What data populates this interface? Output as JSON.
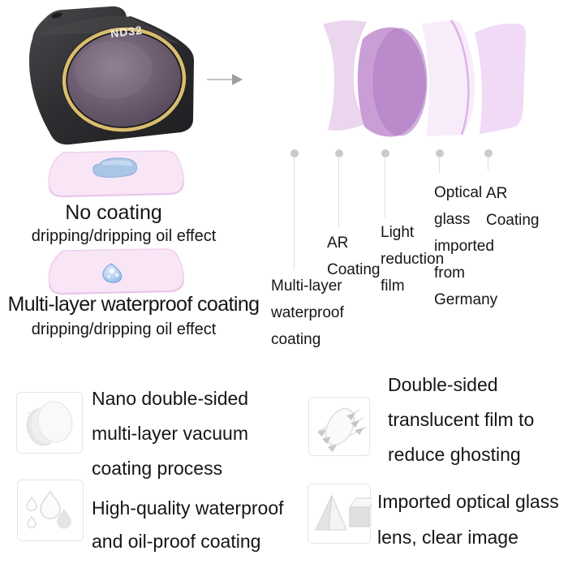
{
  "product": {
    "badge": "ND32",
    "type": "lens-filter-photo"
  },
  "layers": {
    "labels": [
      {
        "lines": [
          "Multi-layer",
          "waterproof",
          "coating"
        ]
      },
      {
        "lines": [
          "AR",
          "Coating"
        ]
      },
      {
        "lines": [
          "Light",
          "reduction",
          "film"
        ]
      },
      {
        "lines": [
          "Optical",
          "glass",
          "imported",
          "from",
          "Germany"
        ]
      },
      {
        "lines": [
          "AR",
          "Coating"
        ]
      }
    ]
  },
  "coating_demo": [
    {
      "title": "No coating",
      "subtitle": "dripping/dripping oil effect"
    },
    {
      "title": "Multi-layer waterproof coating",
      "subtitle": "dripping/dripping oil effect"
    }
  ],
  "features": [
    {
      "icon": "lens-disc-icon",
      "lines": [
        "Nano double-sided",
        "multi-layer vacuum",
        "coating process"
      ]
    },
    {
      "icon": "ghosting-film-icon",
      "lines": [
        "Double-sided",
        "translucent film to",
        "reduce ghosting"
      ]
    },
    {
      "icon": "water-drops-icon",
      "lines": [
        "High-quality waterproof",
        "and oil-proof coating"
      ]
    },
    {
      "icon": "prism-glass-icon",
      "lines": [
        "Imported optical glass",
        "lens, clear image"
      ]
    }
  ],
  "colors": {
    "text": "#161616",
    "gold": "#d9bd6f",
    "body-dark": "#2b2b2e",
    "lens-purple": "#6d5e70",
    "layer1": "#e9d5ec",
    "layer2": "#c495d3",
    "layer2-edge": "#b27fc4",
    "layer3": "#f8ebfb",
    "layer3-edge": "#d4a5e2",
    "layer4": "#efd8f6",
    "plate-pink": "#f8e6f7",
    "plate-edge": "#efcfee",
    "puddle-blue": "#a9c6e6",
    "drop-blue": "#8ab4e8",
    "pin-gray": "#cbcbcb",
    "pin-line": "#dedede",
    "arrow-gray": "#b9b9b9",
    "arrow-head": "#9e9e9e",
    "icon-gray": "#c6c6c6",
    "icon-light": "#e4e4e4",
    "box-border": "#e5e5e5"
  }
}
